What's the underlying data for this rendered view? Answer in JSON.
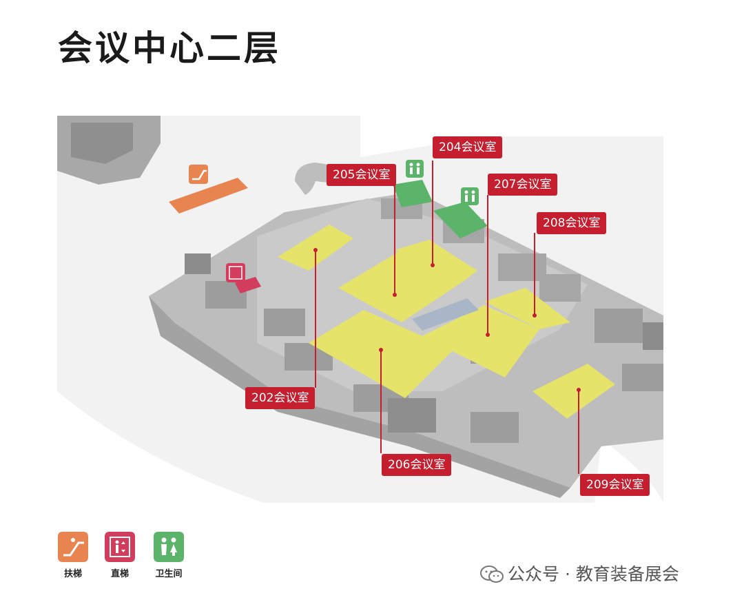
{
  "title": "会议中心二层",
  "rooms": [
    {
      "id": "room-205",
      "label": "205会议室"
    },
    {
      "id": "room-204",
      "label": "204会议室"
    },
    {
      "id": "room-207",
      "label": "207会议室"
    },
    {
      "id": "room-208",
      "label": "208会议室"
    },
    {
      "id": "room-202",
      "label": "202会议室"
    },
    {
      "id": "room-206",
      "label": "206会议室"
    },
    {
      "id": "room-209",
      "label": "209会议室"
    }
  ],
  "legend": [
    {
      "icon": "escalator-icon",
      "label": "扶梯",
      "color": "#e8844f"
    },
    {
      "icon": "elevator-icon",
      "label": "直梯",
      "color": "#d23d5e"
    },
    {
      "icon": "restroom-icon",
      "label": "卫生间",
      "color": "#5cb46b"
    }
  ],
  "colors": {
    "room": "#e6e36a",
    "callout": "#c41e2f",
    "restroom": "#5cb46b",
    "escalator": "#e8844f",
    "elevator": "#d23d5e",
    "building": "#a9a9a9"
  },
  "watermark": "公众号 · 教育装备展会"
}
